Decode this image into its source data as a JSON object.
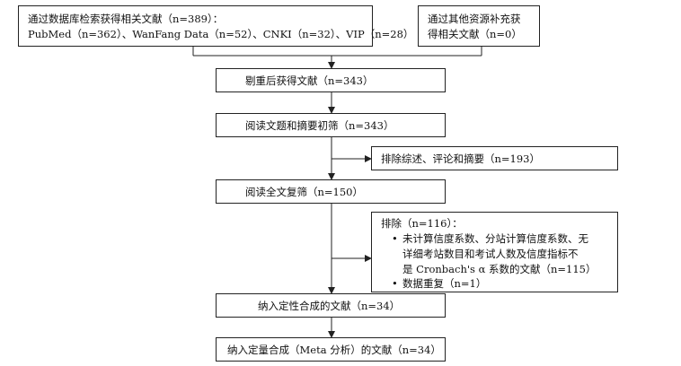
{
  "diagram": {
    "sources_db": {
      "line1": "通过数据库检索获得相关文献（n=389）：",
      "line2": "PubMed（n=362）、WanFang Data（n=52）、CNKI（n=32）、VIP（n=28）"
    },
    "sources_other": {
      "line1": "通过其他资源补充获",
      "line2": "得相关文献（n=0）"
    },
    "dedup": "剔重后获得文献（n=343）",
    "screen_title_abstract": "阅读文题和摘要初筛（n=343）",
    "excluded_1": "排除综述、评论和摘要（n=193）",
    "fulltext": "阅读全文复筛（n=150）",
    "excluded_2": {
      "header": "排除（n=116）：",
      "bullet_1_line1": "未计算信度系数、分站计算信度系数、无",
      "bullet_1_line2": "详细考站数目和考试人数及信度指标不",
      "bullet_1_line3": "是 Cronbach's α 系数的文献（n=115）",
      "bullet_2": "数据重复（n=1）",
      "bullet_symbol": "•"
    },
    "qualitative": "纳入定性合成的文献（n=34）",
    "quantitative": "纳入定量合成（Meta 分析）的文献（n=34）"
  }
}
